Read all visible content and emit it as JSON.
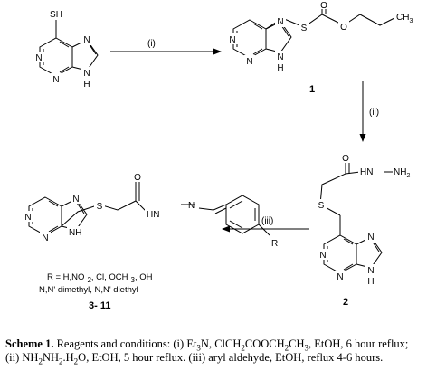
{
  "scheme": {
    "atoms": {
      "sh": "SH",
      "s": "S",
      "n": "N",
      "nh": "N",
      "h": "H",
      "nh_label": "NH",
      "o": "O",
      "ester_o": "O",
      "ch3": "CH",
      "ch3_sub": "3",
      "hn_h2": "HN",
      "nh2_n": "NH",
      "nh2_sub": "2",
      "hn_dash": "HN",
      "n_dash": "N",
      "r": "R"
    },
    "steps": {
      "i": "(i)",
      "ii": "(ii)",
      "iii": "(iii)"
    },
    "compounds": {
      "c1": "1",
      "c2": "2",
      "c3_11": "3- 11"
    },
    "r_note": {
      "line1a": "R = H,NO",
      "line1b": "2",
      "line1c": ", Cl, OCH",
      "line1d": "3",
      "line1e": ", OH",
      "line2": "N,N' dimethyl, N,N' diethyl"
    }
  },
  "caption": {
    "title": "Scheme 1.",
    "seg1": " Reagents and conditions: (i) Et",
    "sub1": "3",
    "seg2": "N, ClCH",
    "sub2": "2",
    "seg3": "COOCH",
    "sub3": "2",
    "seg4": "CH",
    "sub4": "3",
    "seg5": ", EtOH, 6 hour reflux; (ii) NH",
    "sub5": "2",
    "seg6": "NH",
    "sub6": "2",
    "seg7": ".H",
    "sub7": "2",
    "seg8": "O, EtOH, 5 hour reflux. (iii) aryl aldehyde, EtOH, reflux 4-6 hours."
  }
}
